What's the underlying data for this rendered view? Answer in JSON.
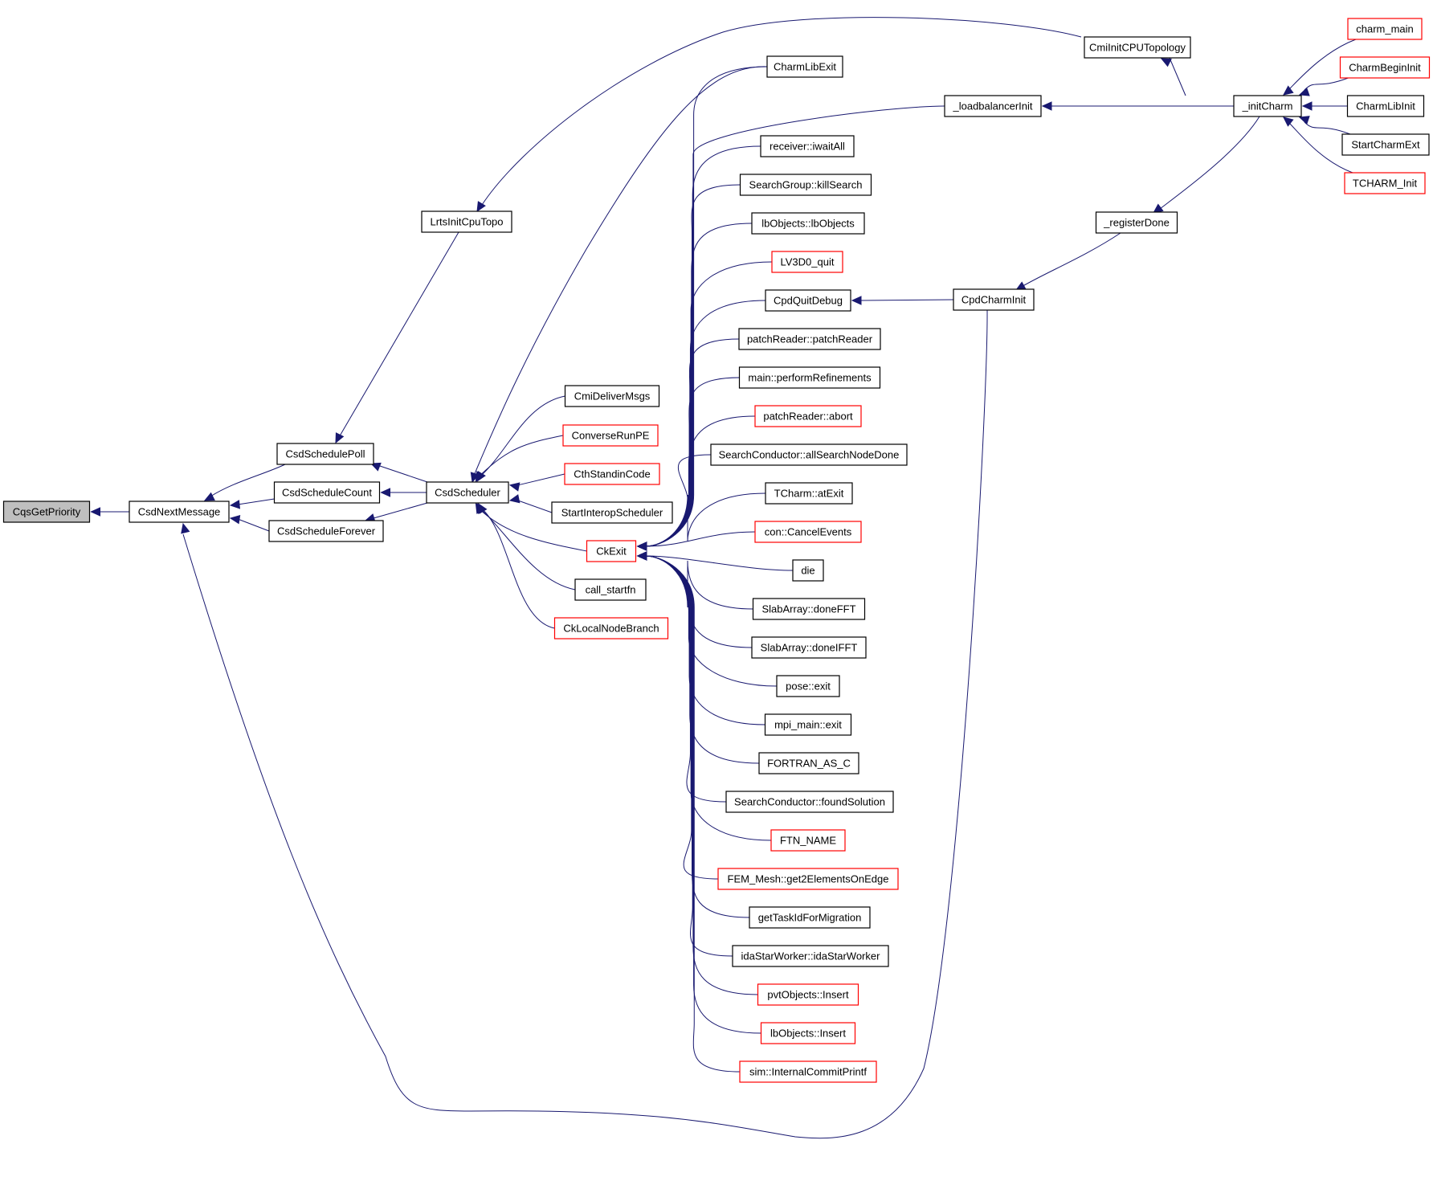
{
  "graph": {
    "title": "Call graph: callers of CqsGetPriority",
    "colors": {
      "edge": "#191970",
      "node_border": "#000000",
      "node_border_truncated": "#ff0000",
      "root_fill": "#bfbfbf",
      "node_fill": "#ffffff"
    },
    "nodes": [
      {
        "id": "CqsGetPriority",
        "label": "CqsGetPriority",
        "style": "root"
      },
      {
        "id": "CsdNextMessage",
        "label": "CsdNextMessage",
        "style": "normal"
      },
      {
        "id": "CsdSchedulePoll",
        "label": "CsdSchedulePoll",
        "style": "normal"
      },
      {
        "id": "CsdScheduleCount",
        "label": "CsdScheduleCount",
        "style": "normal"
      },
      {
        "id": "CsdScheduleForever",
        "label": "CsdScheduleForever",
        "style": "normal"
      },
      {
        "id": "LrtsInitCpuTopo",
        "label": "LrtsInitCpuTopo",
        "style": "normal"
      },
      {
        "id": "CsdScheduler",
        "label": "CsdScheduler",
        "style": "normal"
      },
      {
        "id": "CmiDeliverMsgs",
        "label": "CmiDeliverMsgs",
        "style": "normal"
      },
      {
        "id": "ConverseRunPE",
        "label": "ConverseRunPE",
        "style": "truncated"
      },
      {
        "id": "CthStandinCode",
        "label": "CthStandinCode",
        "style": "truncated"
      },
      {
        "id": "StartInteropScheduler",
        "label": "StartInteropScheduler",
        "style": "normal"
      },
      {
        "id": "CkExit",
        "label": "CkExit",
        "style": "truncated"
      },
      {
        "id": "call_startfn",
        "label": "call_startfn",
        "style": "normal"
      },
      {
        "id": "CkLocalNodeBranch",
        "label": "CkLocalNodeBranch",
        "style": "truncated"
      },
      {
        "id": "CharmLibExit",
        "label": "CharmLibExit",
        "style": "normal"
      },
      {
        "id": "_loadbalancerInit",
        "label": "_loadbalancerInit",
        "style": "normal"
      },
      {
        "id": "receiver_iwaitAll",
        "label": "receiver::iwaitAll",
        "style": "normal"
      },
      {
        "id": "SearchGroup_killSearch",
        "label": "SearchGroup::killSearch",
        "style": "normal"
      },
      {
        "id": "lbObjects_lbObjects",
        "label": "lbObjects::lbObjects",
        "style": "normal"
      },
      {
        "id": "LV3D0_quit",
        "label": "LV3D0_quit",
        "style": "truncated"
      },
      {
        "id": "CpdQuitDebug",
        "label": "CpdQuitDebug",
        "style": "normal"
      },
      {
        "id": "patchReader_patchReader",
        "label": "patchReader::patchReader",
        "style": "normal"
      },
      {
        "id": "main_performRefinements",
        "label": "main::performRefinements",
        "style": "normal"
      },
      {
        "id": "patchReader_abort",
        "label": "patchReader::abort",
        "style": "truncated"
      },
      {
        "id": "SearchConductor_allSearchNodeDone",
        "label": "SearchConductor::allSearchNodeDone",
        "style": "normal"
      },
      {
        "id": "TCharm_atExit",
        "label": "TCharm::atExit",
        "style": "normal"
      },
      {
        "id": "con_CancelEvents",
        "label": "con::CancelEvents",
        "style": "truncated"
      },
      {
        "id": "die",
        "label": "die",
        "style": "normal"
      },
      {
        "id": "SlabArray_doneFFT",
        "label": "SlabArray::doneFFT",
        "style": "normal"
      },
      {
        "id": "SlabArray_doneIFFT",
        "label": "SlabArray::doneIFFT",
        "style": "normal"
      },
      {
        "id": "pose_exit",
        "label": "pose::exit",
        "style": "normal"
      },
      {
        "id": "mpi_main_exit",
        "label": "mpi_main::exit",
        "style": "normal"
      },
      {
        "id": "FORTRAN_AS_C",
        "label": "FORTRAN_AS_C",
        "style": "normal"
      },
      {
        "id": "SearchConductor_foundSolution",
        "label": "SearchConductor::foundSolution",
        "style": "normal"
      },
      {
        "id": "FTN_NAME",
        "label": "FTN_NAME",
        "style": "truncated"
      },
      {
        "id": "FEM_Mesh_get2ElementsOnEdge",
        "label": "FEM_Mesh::get2ElementsOnEdge",
        "style": "truncated"
      },
      {
        "id": "getTaskIdForMigration",
        "label": "getTaskIdForMigration",
        "style": "normal"
      },
      {
        "id": "idaStarWorker_idaStarWorker",
        "label": "idaStarWorker::idaStarWorker",
        "style": "normal"
      },
      {
        "id": "pvtObjects_Insert",
        "label": "pvtObjects::Insert",
        "style": "truncated"
      },
      {
        "id": "lbObjects_Insert",
        "label": "lbObjects::Insert",
        "style": "truncated"
      },
      {
        "id": "sim_InternalCommitPrintf",
        "label": "sim::InternalCommitPrintf",
        "style": "truncated"
      },
      {
        "id": "CmiInitCPUTopology",
        "label": "CmiInitCPUTopology",
        "style": "normal"
      },
      {
        "id": "CpdCharmInit",
        "label": "CpdCharmInit",
        "style": "normal"
      },
      {
        "id": "_registerDone",
        "label": "_registerDone",
        "style": "normal"
      },
      {
        "id": "_initCharm",
        "label": "_initCharm",
        "style": "normal"
      },
      {
        "id": "charm_main",
        "label": "charm_main",
        "style": "truncated"
      },
      {
        "id": "CharmBeginInit",
        "label": "CharmBeginInit",
        "style": "truncated"
      },
      {
        "id": "CharmLibInit",
        "label": "CharmLibInit",
        "style": "normal"
      },
      {
        "id": "StartCharmExt",
        "label": "StartCharmExt",
        "style": "normal"
      },
      {
        "id": "TCHARM_Init",
        "label": "TCHARM_Init",
        "style": "truncated"
      }
    ],
    "edges": [
      {
        "from": "CsdNextMessage",
        "to": "CqsGetPriority"
      },
      {
        "from": "CsdSchedulePoll",
        "to": "CsdNextMessage"
      },
      {
        "from": "CsdScheduleCount",
        "to": "CsdNextMessage"
      },
      {
        "from": "CsdScheduleForever",
        "to": "CsdNextMessage"
      },
      {
        "from": "CpdCharmInit",
        "to": "CsdNextMessage"
      },
      {
        "from": "LrtsInitCpuTopo",
        "to": "CsdSchedulePoll"
      },
      {
        "from": "CsdScheduler",
        "to": "CsdSchedulePoll"
      },
      {
        "from": "CsdScheduler",
        "to": "CsdScheduleCount"
      },
      {
        "from": "CsdScheduler",
        "to": "CsdScheduleForever"
      },
      {
        "from": "CmiInitCPUTopology",
        "to": "LrtsInitCpuTopo"
      },
      {
        "from": "CharmLibExit",
        "to": "CsdScheduler"
      },
      {
        "from": "CmiDeliverMsgs",
        "to": "CsdScheduler"
      },
      {
        "from": "ConverseRunPE",
        "to": "CsdScheduler"
      },
      {
        "from": "CthStandinCode",
        "to": "CsdScheduler"
      },
      {
        "from": "StartInteropScheduler",
        "to": "CsdScheduler"
      },
      {
        "from": "CkExit",
        "to": "CsdScheduler"
      },
      {
        "from": "call_startfn",
        "to": "CsdScheduler"
      },
      {
        "from": "CkLocalNodeBranch",
        "to": "CsdScheduler"
      },
      {
        "from": "CharmLibExit",
        "to": "CkExit"
      },
      {
        "from": "_loadbalancerInit",
        "to": "CkExit"
      },
      {
        "from": "receiver_iwaitAll",
        "to": "CkExit"
      },
      {
        "from": "SearchGroup_killSearch",
        "to": "CkExit"
      },
      {
        "from": "lbObjects_lbObjects",
        "to": "CkExit"
      },
      {
        "from": "LV3D0_quit",
        "to": "CkExit"
      },
      {
        "from": "CpdQuitDebug",
        "to": "CkExit"
      },
      {
        "from": "patchReader_patchReader",
        "to": "CkExit"
      },
      {
        "from": "main_performRefinements",
        "to": "CkExit"
      },
      {
        "from": "patchReader_abort",
        "to": "CkExit"
      },
      {
        "from": "SearchConductor_allSearchNodeDone",
        "to": "CkExit"
      },
      {
        "from": "TCharm_atExit",
        "to": "CkExit"
      },
      {
        "from": "con_CancelEvents",
        "to": "CkExit"
      },
      {
        "from": "die",
        "to": "CkExit"
      },
      {
        "from": "SlabArray_doneFFT",
        "to": "CkExit"
      },
      {
        "from": "SlabArray_doneIFFT",
        "to": "CkExit"
      },
      {
        "from": "pose_exit",
        "to": "CkExit"
      },
      {
        "from": "mpi_main_exit",
        "to": "CkExit"
      },
      {
        "from": "FORTRAN_AS_C",
        "to": "CkExit"
      },
      {
        "from": "SearchConductor_foundSolution",
        "to": "CkExit"
      },
      {
        "from": "FTN_NAME",
        "to": "CkExit"
      },
      {
        "from": "FEM_Mesh_get2ElementsOnEdge",
        "to": "CkExit"
      },
      {
        "from": "getTaskIdForMigration",
        "to": "CkExit"
      },
      {
        "from": "idaStarWorker_idaStarWorker",
        "to": "CkExit"
      },
      {
        "from": "pvtObjects_Insert",
        "to": "CkExit"
      },
      {
        "from": "lbObjects_Insert",
        "to": "CkExit"
      },
      {
        "from": "sim_InternalCommitPrintf",
        "to": "CkExit"
      },
      {
        "from": "CpdCharmInit",
        "to": "CpdQuitDebug"
      },
      {
        "from": "_registerDone",
        "to": "CpdCharmInit"
      },
      {
        "from": "_initCharm",
        "to": "_registerDone"
      },
      {
        "from": "_initCharm",
        "to": "_loadbalancerInit"
      },
      {
        "from": "_initCharm",
        "to": "CmiInitCPUTopology"
      },
      {
        "from": "charm_main",
        "to": "_initCharm"
      },
      {
        "from": "CharmBeginInit",
        "to": "_initCharm"
      },
      {
        "from": "CharmLibInit",
        "to": "_initCharm"
      },
      {
        "from": "StartCharmExt",
        "to": "_initCharm"
      },
      {
        "from": "TCHARM_Init",
        "to": "_initCharm"
      }
    ]
  }
}
